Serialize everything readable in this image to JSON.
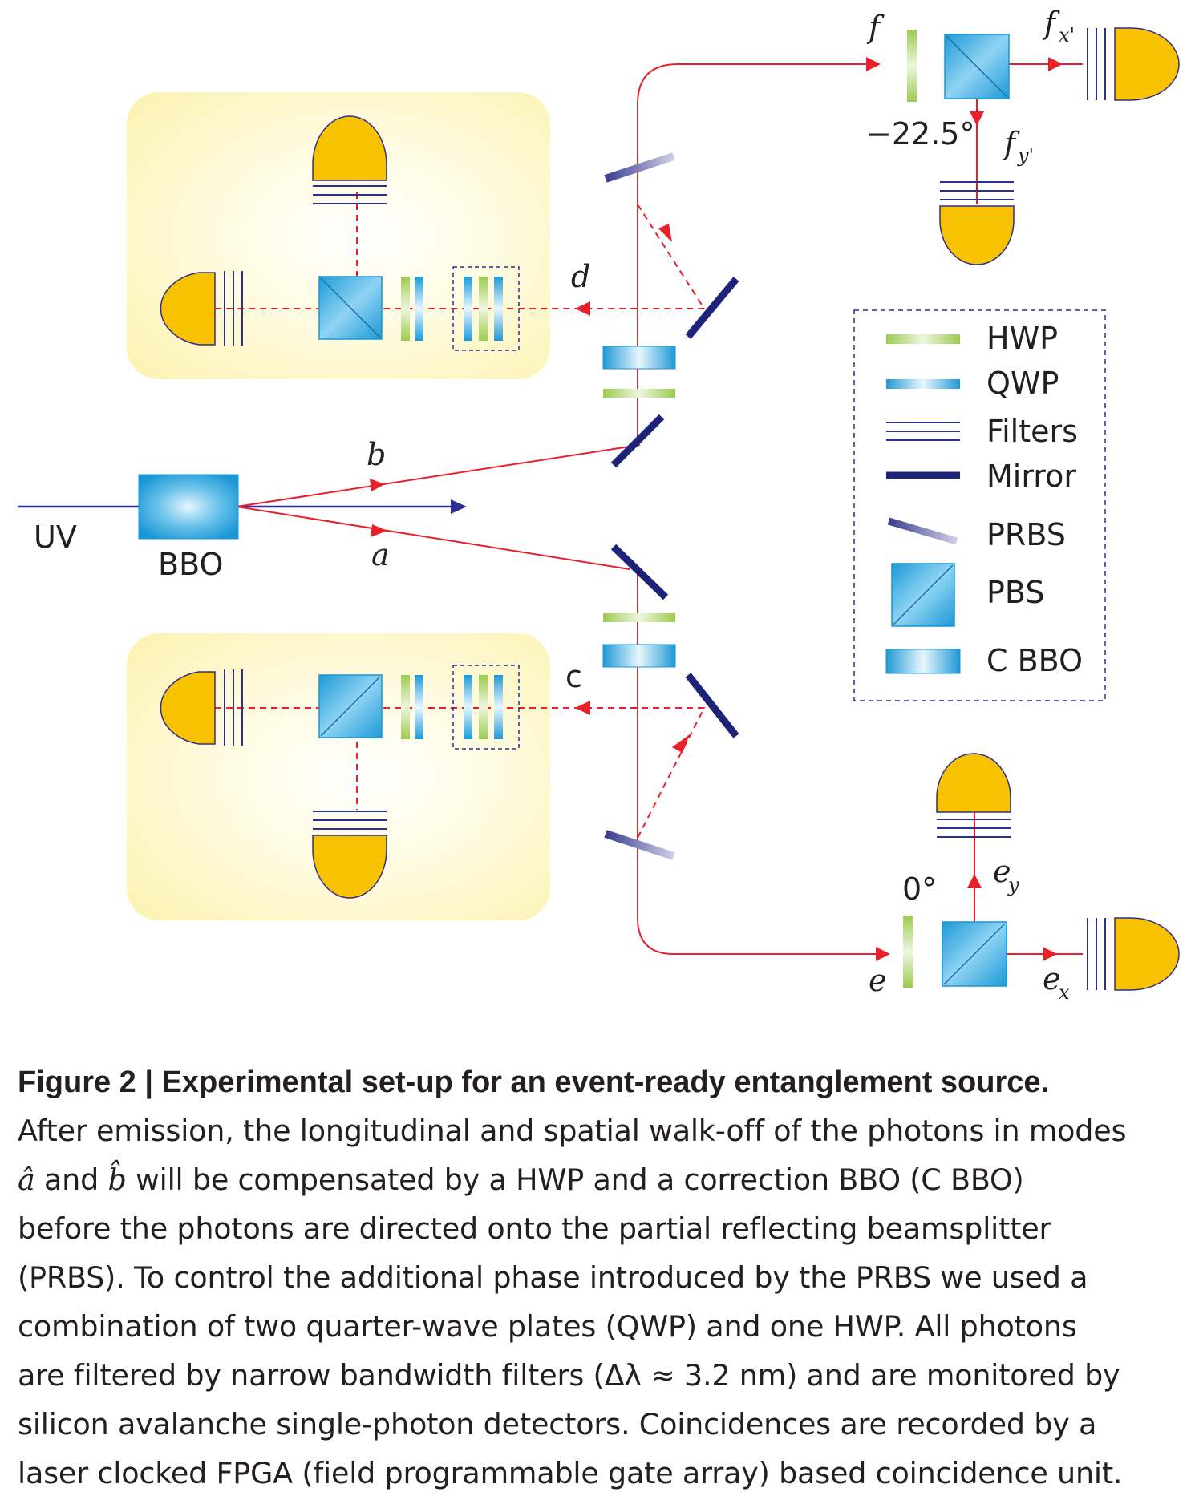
{
  "figure": {
    "labels": {
      "uv": "UV",
      "bbo": "BBO",
      "a": "a",
      "b": "b",
      "c": "c",
      "d": "d",
      "e": "e",
      "e_x": "e",
      "e_x_sub": "x",
      "e_y": "e",
      "e_y_sub": "y",
      "f": "f",
      "f_x": "f",
      "f_x_sub": "x'",
      "f_y": "f",
      "f_y_sub": "y'",
      "angle_f": "−22.5°",
      "angle_e": "0°"
    },
    "legend": {
      "hwp": "HWP",
      "qwp": "QWP",
      "filters": "Filters",
      "mirror": "Mirror",
      "prbs": "PRBS",
      "pbs": "PBS",
      "cbbo": "C BBO"
    },
    "colors": {
      "beam": "#e8202a",
      "uv_beam": "#2b2f8f",
      "detector": "#f9c200",
      "hwp": "#a6cf5a",
      "qwp": "#27a3dd",
      "mirror": "#1d2378",
      "panel": "#fdf6c0"
    }
  },
  "caption": {
    "title": "Figure 2 | Experimental set-up for an event-ready entanglement source.",
    "line1": "After emission, the longitudinal and spatial walk-off of the photons in modes",
    "a_hat": "â",
    "line2a": " and ",
    "b_hat": "b̂",
    "line2b": " will be compensated by a HWP and a correction BBO (C BBO)",
    "line3": "before the photons are directed onto the partial reflecting beamsplitter",
    "line4": "(PRBS). To control the additional phase introduced by the PRBS we used a",
    "line5": "combination of two quarter-wave plates (QWP) and one HWP. All photons",
    "line6": "are filtered by narrow bandwidth filters (Δλ ≈ 3.2 nm) and are monitored by",
    "line7": "silicon avalanche single-photon detectors. Coincidences are recorded by a",
    "line8": "laser clocked FPGA (field programmable gate array) based coincidence unit."
  }
}
